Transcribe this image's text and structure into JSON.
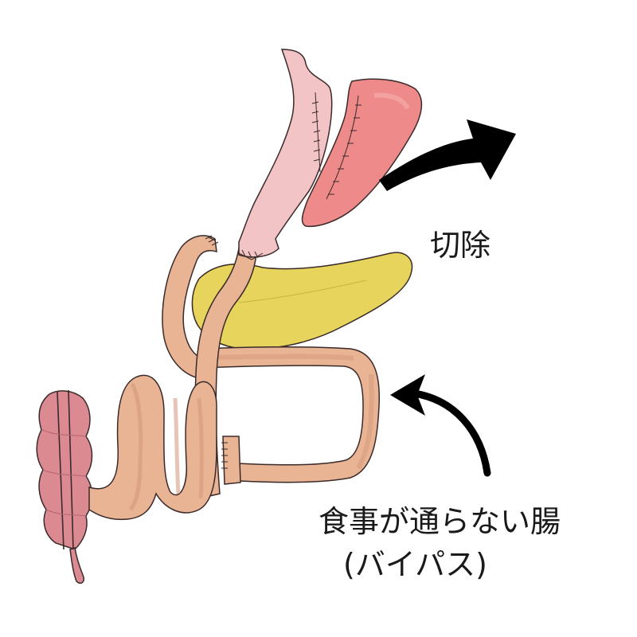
{
  "labels": {
    "resection": "切除",
    "bypass_line1": "食事が通らない腸",
    "bypass_line2": "(バイパス)"
  },
  "colors": {
    "intestine": "#e8b494",
    "intestine_shadow": "#d4967a",
    "esophagus": "#f3c4c6",
    "stomach_removed": "#ee8a8a",
    "pancreas": "#e6d45c",
    "colon": "#dc8a92",
    "outline": "#3a2a2a",
    "arrow": "#000000",
    "text": "#1a1a1a",
    "background": "#ffffff"
  }
}
